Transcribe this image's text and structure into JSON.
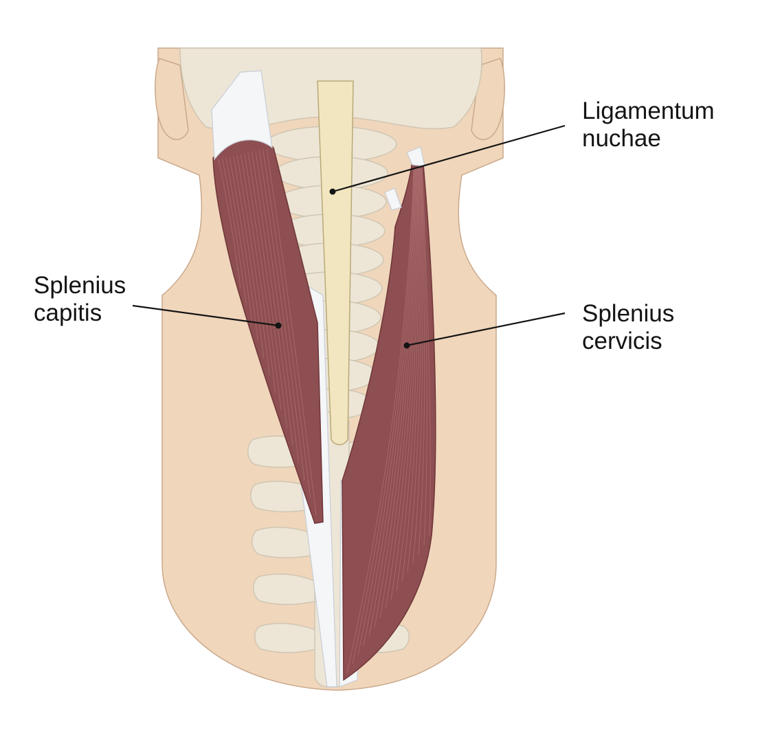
{
  "labels": {
    "ligamentum_nuchae": {
      "line1": "Ligamentum",
      "line2": "nuchae"
    },
    "splenius_capitis": {
      "line1": "Splenius",
      "line2": "capitis"
    },
    "splenius_cervicis": {
      "line1": "Splenius",
      "line2": "cervicis"
    }
  },
  "colors": {
    "skin": "#f0d6bb",
    "skin_outline": "#c9a98c",
    "bone": "#ede6d6",
    "bone_shadow": "#cfc6b3",
    "muscle": "#8e4f52",
    "muscle_dark": "#6f3538",
    "muscle_fiber": "#b5787a",
    "tendon": "#f4f6f8",
    "tendon_shade": "#c7cdd6",
    "ligament": "#f1e6bf",
    "ligament_edge": "#b8a978",
    "leader": "#141414"
  }
}
